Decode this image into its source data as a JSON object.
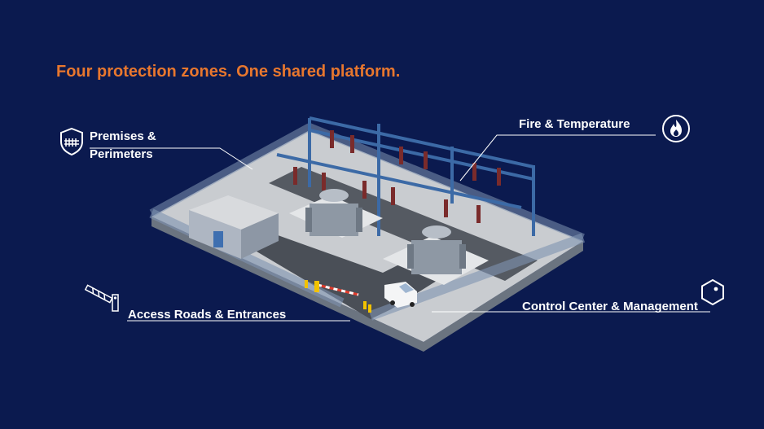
{
  "slide": {
    "title": "Four protection zones. One shared platform."
  },
  "zones": {
    "premises": {
      "line1": "Premises &",
      "line2": "Perimeters",
      "icon": "shield-fence-icon"
    },
    "fire": {
      "label": "Fire & Temperature",
      "icon": "flame-icon"
    },
    "access": {
      "label": "Access Roads & Entrances",
      "icon": "barrier-gate-icon"
    },
    "control": {
      "label": "Control Center & Management",
      "icon": "hexagon-node-icon"
    }
  },
  "colors": {
    "background": "#0b1a4f",
    "accent": "#e8772e",
    "text": "#ffffff"
  }
}
